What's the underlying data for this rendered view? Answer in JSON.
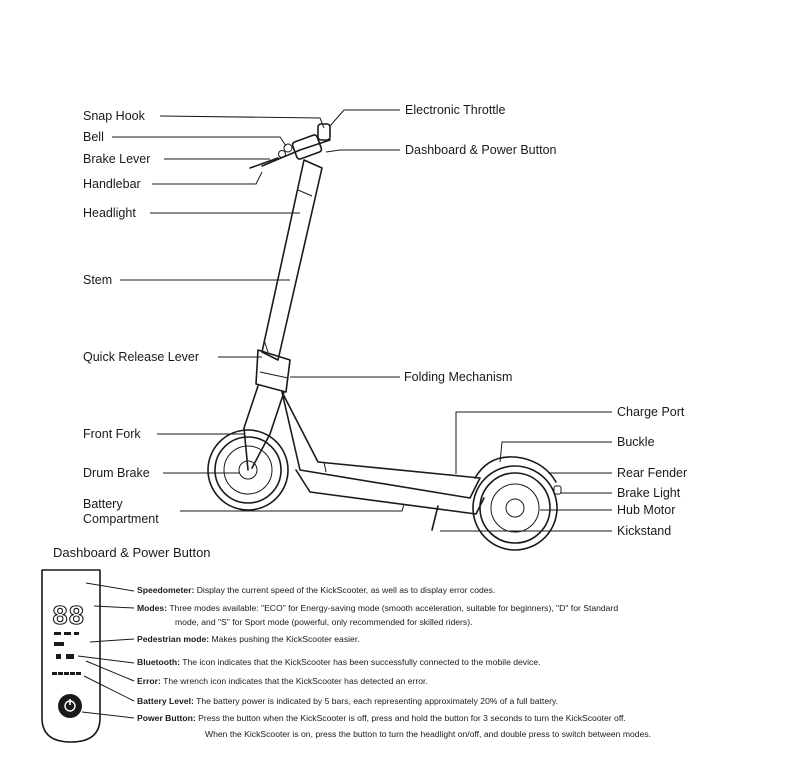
{
  "labels_left": {
    "snap_hook": "Snap Hook",
    "bell": "Bell",
    "brake_lever": "Brake Lever",
    "handlebar": "Handlebar",
    "headlight": "Headlight",
    "stem": "Stem",
    "quick_release_lever": "Quick Release Lever",
    "front_fork": "Front Fork",
    "drum_brake": "Drum Brake",
    "battery_compartment_1": "Battery",
    "battery_compartment_2": "Compartment"
  },
  "labels_right": {
    "electronic_throttle": "Electronic Throttle",
    "dashboard_power_button": "Dashboard & Power Button",
    "folding_mechanism": "Folding Mechanism",
    "charge_port": "Charge Port",
    "buckle": "Buckle",
    "rear_fender": "Rear Fender",
    "brake_light": "Brake Light",
    "hub_motor": "Hub Motor",
    "kickstand": "Kickstand"
  },
  "dashboard": {
    "heading": "Dashboard & Power Button",
    "speed_digits": "88",
    "descriptions": [
      {
        "title": "Speedometer:",
        "text": "Display the current speed of the KickScooter, as well as to display error codes."
      },
      {
        "title": "Modes:",
        "text": "Three modes available: \"ECO\" for Energy-saving mode (smooth acceleration, suitable for beginners), \"D\" for Standard"
      },
      {
        "title": "",
        "text": "mode, and \"S\" for Sport mode (powerful, only recommended for skilled riders)."
      },
      {
        "title": "Pedestrian mode:",
        "text": "Makes pushing the KickScooter easier."
      },
      {
        "title": "Bluetooth:",
        "text": "The icon indicates that the KickScooter has been successfully connected to the mobile device."
      },
      {
        "title": "Error:",
        "text": "The wrench icon indicates that the KickScooter has detected an error."
      },
      {
        "title": "Battery Level:",
        "text": "The battery power is indicated by 5 bars, each representing approximately 20% of a full battery."
      },
      {
        "title": "Power Button:",
        "text": "Press the button when the KickScooter is off, press and hold the button for 3 seconds to turn the KickScooter off."
      },
      {
        "title": "",
        "text": "When the KickScooter is on, press the button to turn the headlight on/off, and double press to switch between modes."
      }
    ]
  }
}
